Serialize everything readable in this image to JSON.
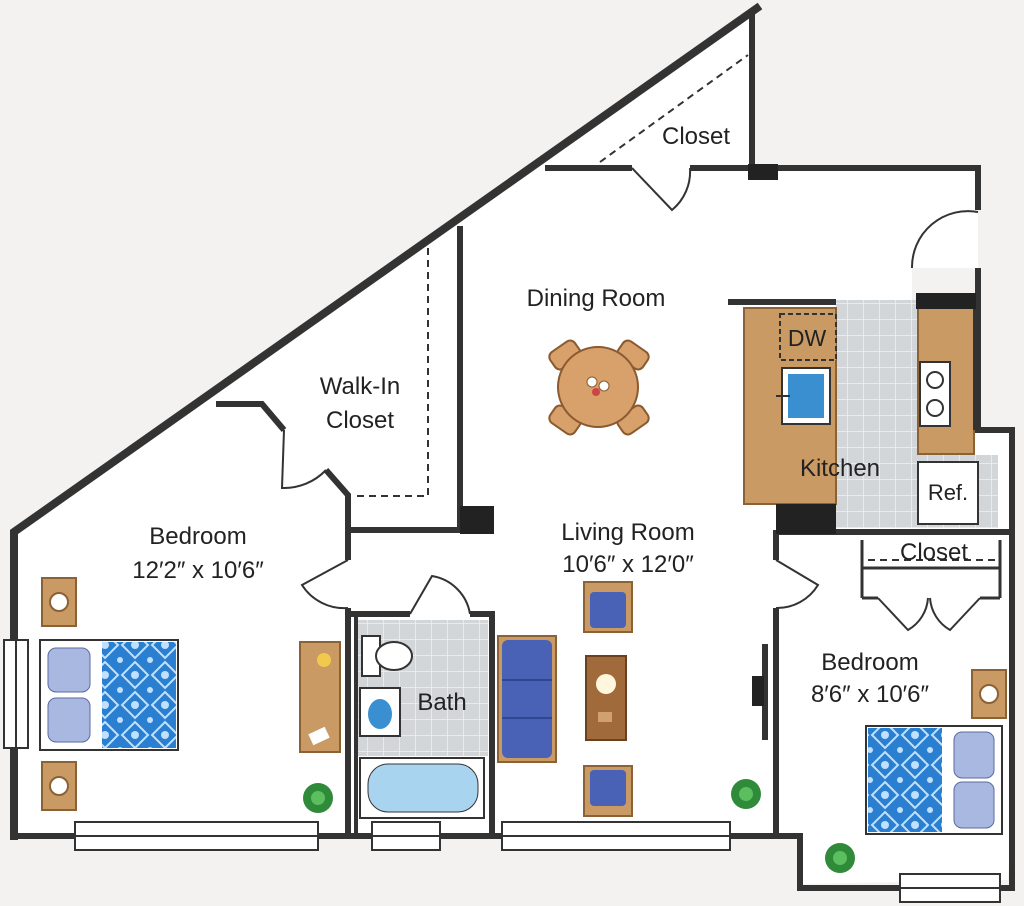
{
  "rooms": {
    "closet_top": {
      "name": "Closet"
    },
    "dining": {
      "name": "Dining Room"
    },
    "walk_in": {
      "line1": "Walk-In",
      "line2": "Closet"
    },
    "kitchen": {
      "name": "Kitchen",
      "dishwasher": "DW",
      "refrigerator": "Ref."
    },
    "bedroom_left": {
      "name": "Bedroom",
      "size": "12′2″ x 10′6″"
    },
    "living": {
      "name": "Living Room",
      "size": "10′6″ x 12′0″"
    },
    "closet_right": {
      "name": "Closet"
    },
    "bath": {
      "name": "Bath"
    },
    "bedroom_right": {
      "name": "Bedroom",
      "size": "8′6″ x 10′6″"
    }
  },
  "colors": {
    "wall": "#333333",
    "floor": "#ffffff",
    "tile": "#d3d6d9",
    "cabinet": "#c99a63",
    "sofa": "#4a62b5",
    "bed_pattern": "#2a7fd0",
    "pillow": "#a9b8e0",
    "table": "#d8a06a",
    "plant": "#2f8a3a"
  }
}
